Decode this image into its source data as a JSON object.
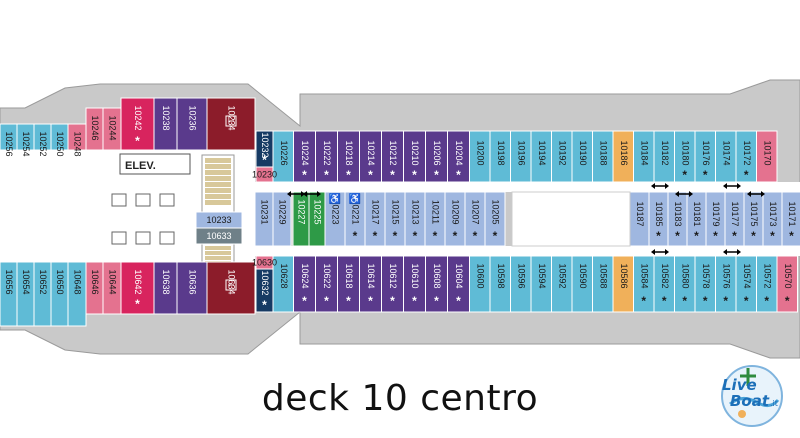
{
  "colors": {
    "hull": "#c9c9c9",
    "corridor": "#ffffff",
    "teal": "#5fbbd6",
    "purple": "#5a3a8c",
    "pink": "#e4728f",
    "magenta": "#d8245e",
    "darkred": "#8c1c2a",
    "navy": "#163a63",
    "lightblue": "#9fb7e0",
    "green": "#2e9a47",
    "orange": "#f0b05a",
    "grey": "#cdd3d8",
    "steelgrey": "#6f8088",
    "stair": "#d8c89a"
  },
  "cabins_top_left": [
    {
      "id": "10256",
      "color": "teal"
    },
    {
      "id": "10254",
      "color": "teal"
    },
    {
      "id": "10252",
      "color": "teal"
    },
    {
      "id": "10250",
      "color": "teal"
    },
    {
      "id": "10248",
      "color": "pink"
    },
    {
      "id": "10246",
      "color": "pink"
    },
    {
      "id": "10244",
      "color": "pink"
    },
    {
      "id": "10242",
      "color": "magenta",
      "star": true
    },
    {
      "id": "10238",
      "color": "purple"
    },
    {
      "id": "10236",
      "color": "purple"
    },
    {
      "id": "10234",
      "color": "darkred",
      "icon": true
    }
  ],
  "cabins_bottom_left": [
    {
      "id": "10656",
      "color": "teal"
    },
    {
      "id": "10654",
      "color": "teal"
    },
    {
      "id": "10652",
      "color": "teal"
    },
    {
      "id": "10650",
      "color": "teal"
    },
    {
      "id": "10648",
      "color": "teal"
    },
    {
      "id": "10646",
      "color": "pink"
    },
    {
      "id": "10644",
      "color": "pink"
    },
    {
      "id": "10642",
      "color": "magenta",
      "star": true
    },
    {
      "id": "10638",
      "color": "purple"
    },
    {
      "id": "10636",
      "color": "purple"
    },
    {
      "id": "10634",
      "color": "darkred",
      "icon": true
    }
  ],
  "cabins_top_main": [
    {
      "id": "10226",
      "color": "teal"
    },
    {
      "id": "10224",
      "color": "purple",
      "star": true
    },
    {
      "id": "10222",
      "color": "purple",
      "star": true
    },
    {
      "id": "10218",
      "color": "purple",
      "star": true
    },
    {
      "id": "10214",
      "color": "purple",
      "star": true
    },
    {
      "id": "10212",
      "color": "purple",
      "star": true
    },
    {
      "id": "10210",
      "color": "purple",
      "star": true
    },
    {
      "id": "10206",
      "color": "purple",
      "star": true
    },
    {
      "id": "10204",
      "color": "purple",
      "star": true
    },
    {
      "id": "10200",
      "color": "teal"
    },
    {
      "id": "10198",
      "color": "teal"
    },
    {
      "id": "10196",
      "color": "teal"
    },
    {
      "id": "10194",
      "color": "teal"
    },
    {
      "id": "10192",
      "color": "teal"
    },
    {
      "id": "10190",
      "color": "teal"
    },
    {
      "id": "10188",
      "color": "teal"
    },
    {
      "id": "10186",
      "color": "orange"
    },
    {
      "id": "10184",
      "color": "teal"
    },
    {
      "id": "10182",
      "color": "teal"
    },
    {
      "id": "10180",
      "color": "teal",
      "star": true
    },
    {
      "id": "10176",
      "color": "teal",
      "star": true
    },
    {
      "id": "10174",
      "color": "teal"
    },
    {
      "id": "10172",
      "color": "teal",
      "star": true
    },
    {
      "id": "10170",
      "color": "pink"
    }
  ],
  "cabins_middle": [
    {
      "id": "10231",
      "color": "lightblue"
    },
    {
      "id": "10229",
      "color": "lightblue"
    },
    {
      "id": "10227",
      "color": "green"
    },
    {
      "id": "10225",
      "color": "green"
    },
    {
      "id": "10223",
      "color": "lightblue",
      "access": true
    },
    {
      "id": "10221",
      "color": "lightblue",
      "star": true,
      "access": true
    },
    {
      "id": "10217",
      "color": "lightblue",
      "star": true
    },
    {
      "id": "10215",
      "color": "lightblue",
      "star": true
    },
    {
      "id": "10213",
      "color": "lightblue",
      "star": true
    },
    {
      "id": "10211",
      "color": "lightblue",
      "star": true
    },
    {
      "id": "10209",
      "color": "lightblue",
      "star": true
    },
    {
      "id": "10207",
      "color": "lightblue",
      "star": true
    },
    {
      "id": "10205",
      "color": "lightblue",
      "star": true
    },
    {
      "id": "10187",
      "color": "lightblue"
    },
    {
      "id": "10185",
      "color": "lightblue",
      "star": true
    },
    {
      "id": "10183",
      "color": "lightblue",
      "star": true
    },
    {
      "id": "10181",
      "color": "lightblue",
      "star": true
    },
    {
      "id": "10179",
      "color": "lightblue",
      "star": true
    },
    {
      "id": "10177",
      "color": "lightblue",
      "star": true
    },
    {
      "id": "10175",
      "color": "lightblue",
      "star": true
    },
    {
      "id": "10173",
      "color": "lightblue",
      "star": true
    },
    {
      "id": "10171",
      "color": "lightblue",
      "star": true
    }
  ],
  "cabins_bottom_main": [
    {
      "id": "10628",
      "color": "teal"
    },
    {
      "id": "10624",
      "color": "purple",
      "star": true
    },
    {
      "id": "10622",
      "color": "purple",
      "star": true
    },
    {
      "id": "10618",
      "color": "purple",
      "star": true
    },
    {
      "id": "10614",
      "color": "purple",
      "star": true
    },
    {
      "id": "10612",
      "color": "purple",
      "star": true
    },
    {
      "id": "10610",
      "color": "purple",
      "star": true
    },
    {
      "id": "10608",
      "color": "purple",
      "star": true
    },
    {
      "id": "10604",
      "color": "purple",
      "star": true
    },
    {
      "id": "10600",
      "color": "teal"
    },
    {
      "id": "10598",
      "color": "teal"
    },
    {
      "id": "10596",
      "color": "teal"
    },
    {
      "id": "10594",
      "color": "teal"
    },
    {
      "id": "10592",
      "color": "teal"
    },
    {
      "id": "10590",
      "color": "teal"
    },
    {
      "id": "10588",
      "color": "teal"
    },
    {
      "id": "10586",
      "color": "orange"
    },
    {
      "id": "10584",
      "color": "teal",
      "star": true
    },
    {
      "id": "10582",
      "color": "teal",
      "star": true
    },
    {
      "id": "10580",
      "color": "teal",
      "star": true
    },
    {
      "id": "10578",
      "color": "teal",
      "star": true
    },
    {
      "id": "10576",
      "color": "teal",
      "star": true
    },
    {
      "id": "10574",
      "color": "teal",
      "star": true
    },
    {
      "id": "10572",
      "color": "teal",
      "star": true
    },
    {
      "id": "10570",
      "color": "pink",
      "star": true
    }
  ],
  "special_cabins": {
    "c10232": "10232",
    "c10230": "10230",
    "c10630": "10630",
    "c10632": "10632",
    "c10233": "10233",
    "c10633": "10633"
  },
  "elevator_label": "ELEV.",
  "star_mark": "*",
  "caption": "deck 10 centro",
  "logo": {
    "line1": "Live",
    "line2": "Boat",
    "suffix": ".it"
  }
}
